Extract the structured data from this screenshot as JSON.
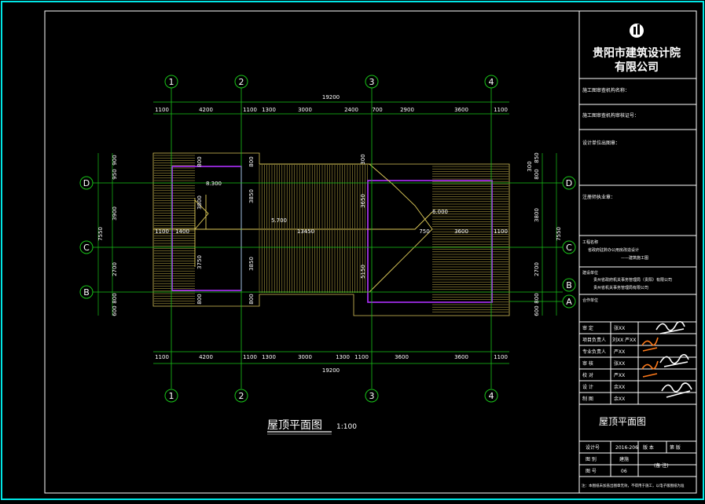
{
  "title_block": {
    "institute_line1": "贵阳市建筑设计院",
    "institute_line2": "有限公司",
    "field_construction_unit": "施工图审查机构名称：",
    "field_cert_no": "施工图审查机构审核证号：",
    "field_design_unit": "设计单位出图章：",
    "field_reg_seal": "注册师执业章：",
    "project_label": "工程名称",
    "project_name_1": "省政府驻黔办公用房改造设计",
    "project_name_2": "——建筑施工图",
    "client_label": "建设单位",
    "client_1": "贵州省政府机关事务管理局（贵阳）有限公司",
    "client_2": "贵州省机关事务管理局有限公司",
    "sub_label": "合作单位",
    "rows": [
      {
        "role": "审 定",
        "name": "张XX"
      },
      {
        "role": "项目负责人",
        "name": "刘XX 严XX"
      },
      {
        "role": "专业负责人",
        "name": "严XX"
      },
      {
        "role": "审 核",
        "name": "张XX"
      },
      {
        "role": "校 对",
        "name": "严XX"
      },
      {
        "role": "设 计",
        "name": "余XX"
      },
      {
        "role": "制 图",
        "name": "余XX"
      }
    ],
    "drawing_title": "屋顶平面图",
    "info_row1": [
      "设计号",
      "2016-206",
      "版 本",
      "第 版"
    ],
    "info_row2": [
      "图 别",
      "建施",
      "(备 注)"
    ],
    "info_row3": [
      "图 号",
      "06"
    ],
    "footer_note": "注：本图纸未加盖出图章无效，不得用于施工，以电子版图纸为准"
  },
  "plan": {
    "caption": "屋顶平面图",
    "scale": "1:100",
    "axis_cols": [
      "1",
      "2",
      "3",
      "4"
    ],
    "axis_rows": [
      "D",
      "C",
      "B",
      "A"
    ],
    "top_total": "19200",
    "top_dims": [
      "1100",
      "4200",
      "1100",
      "1300",
      "3000",
      "2400",
      "700",
      "2900",
      "3600",
      "1100"
    ],
    "bottom_total": "19200",
    "bottom_dims": [
      "1100",
      "4200",
      "1100",
      "1300",
      "3000",
      "1300",
      "1100",
      "3600",
      "3600",
      "1100"
    ],
    "left_total": "7550",
    "left_dims": [
      "900",
      "950",
      "3900",
      "2700",
      "800",
      "600"
    ],
    "right_total": "7550",
    "right_dims": [
      "850",
      "300",
      "800",
      "3800",
      "2700",
      "800",
      "600"
    ],
    "mid_dims": [
      "1100",
      "1400",
      "13450",
      "750",
      "3600",
      "1100"
    ],
    "elevations": [
      "8.300",
      "5.700",
      "6.000"
    ],
    "inner_dims": [
      "800",
      "3800",
      "3750",
      "3850",
      "800",
      "3650",
      "3850",
      "800",
      "800",
      "300",
      "5150"
    ]
  }
}
